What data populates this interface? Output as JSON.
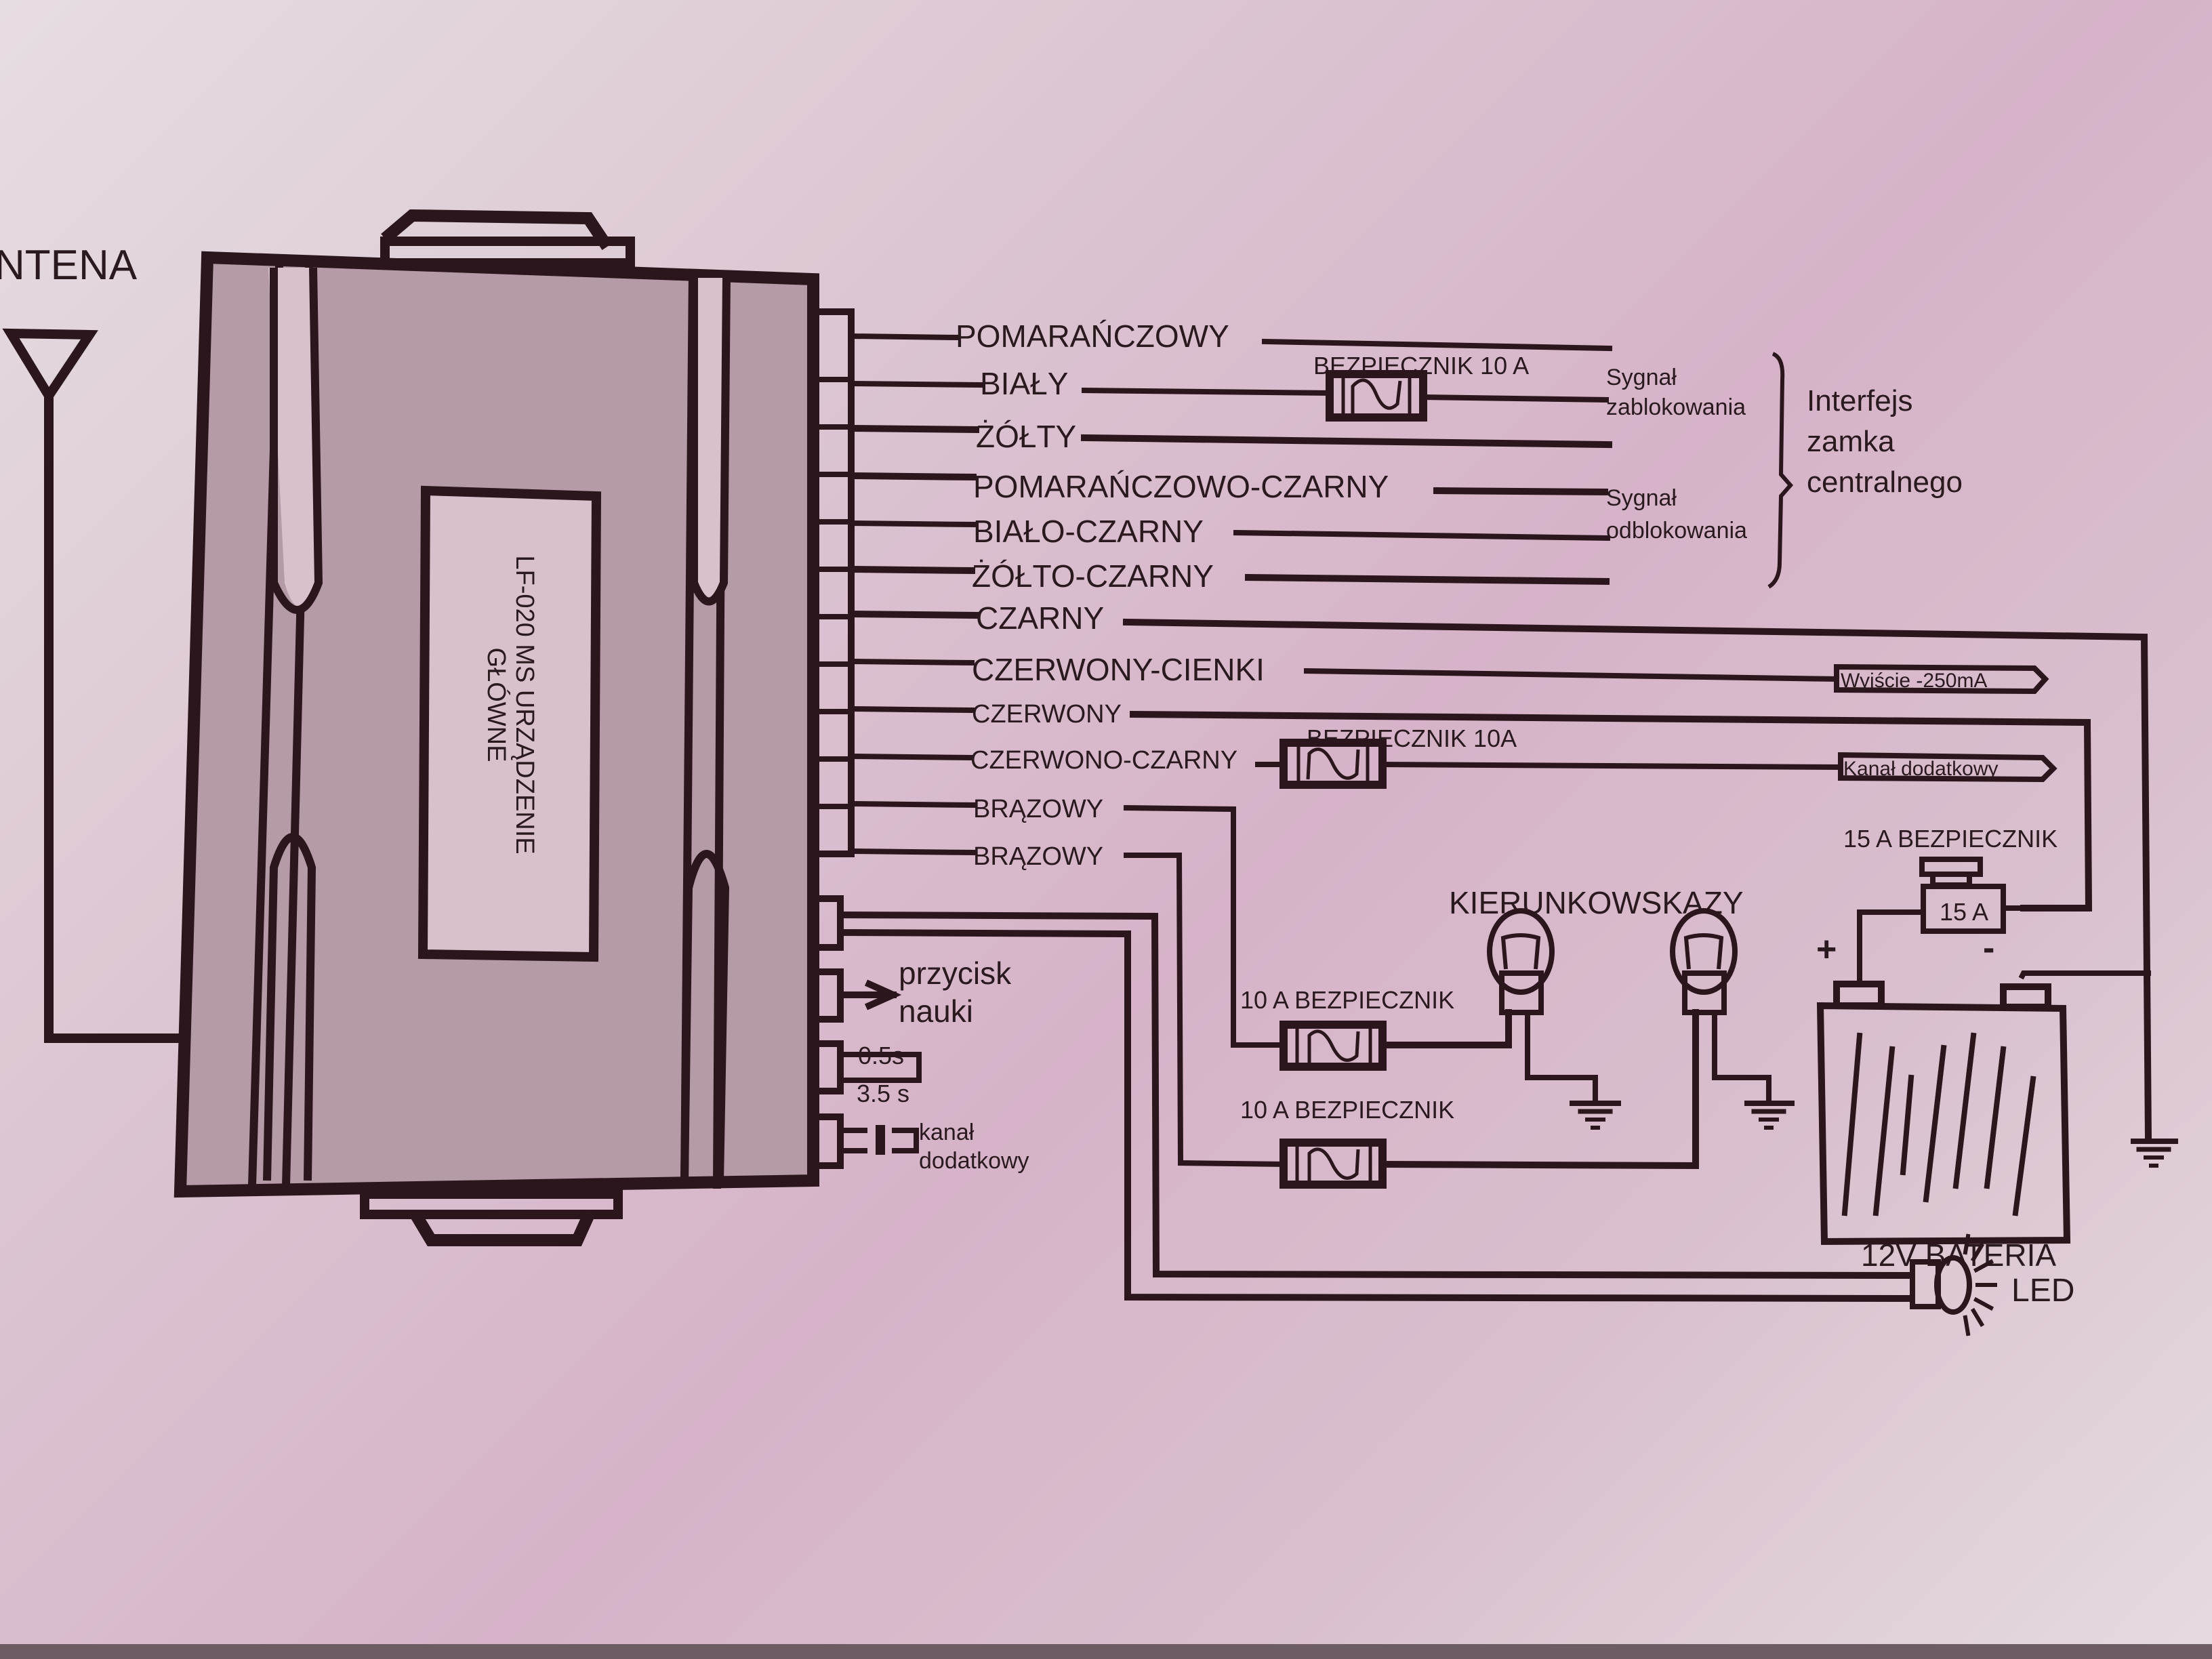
{
  "antenna": {
    "label": "NTENA"
  },
  "main_unit": {
    "line1": "LF-020 MS URZĄDZENIE",
    "line2": "GŁÓWNE"
  },
  "wires": [
    {
      "label": "POMARAŃCZOWY"
    },
    {
      "label": "BIAŁY"
    },
    {
      "label": "ŻÓŁTY"
    },
    {
      "label": "POMARAŃCZOWO-CZARNY"
    },
    {
      "label": "BIAŁO-CZARNY"
    },
    {
      "label": "ŻÓŁTO-CZARNY"
    },
    {
      "label": "CZARNY"
    },
    {
      "label": "CZERWONY-CIENKI"
    },
    {
      "label": "CZERWONY"
    },
    {
      "label": "CZERWONO-CZARNY"
    },
    {
      "label": "BRĄZOWY"
    },
    {
      "label": "BRĄZOWY"
    }
  ],
  "fuses": {
    "white_fuse": "BEZPIECZNIK 10 A",
    "red_black_fuse": "BEZPIECZNIK 10A",
    "turn_fuse_1": "10 A BEZPIECZNIK",
    "turn_fuse_2": "10 A BEZPIECZNIK",
    "battery_fuse_title": "15 A BEZPIECZNIK",
    "battery_fuse_value": "15 A"
  },
  "central_lock": {
    "lock_signal_1": "Sygnał",
    "lock_signal_2": "zablokowania",
    "unlock_signal_1": "Sygnał",
    "unlock_signal_2": "odblokowania",
    "interface_1": "Interfejs",
    "interface_2": "zamka",
    "interface_3": "centralnego"
  },
  "outputs": {
    "thin_red": "Wyjście -250mA",
    "aux_channel": "Kanał dodatkowy"
  },
  "turn_signals": {
    "label": "KIERUNKOWSKAZY"
  },
  "battery": {
    "label": "12V BATERIA",
    "plus": "+",
    "minus": "-"
  },
  "learn_button": {
    "line1": "przycisk",
    "line2": "nauki"
  },
  "timing": {
    "short": "0.5s",
    "long": "3.5 s"
  },
  "aux_jumper": {
    "line1": "kanał",
    "line2": "dodatkowy"
  },
  "led": {
    "label": "LED"
  }
}
